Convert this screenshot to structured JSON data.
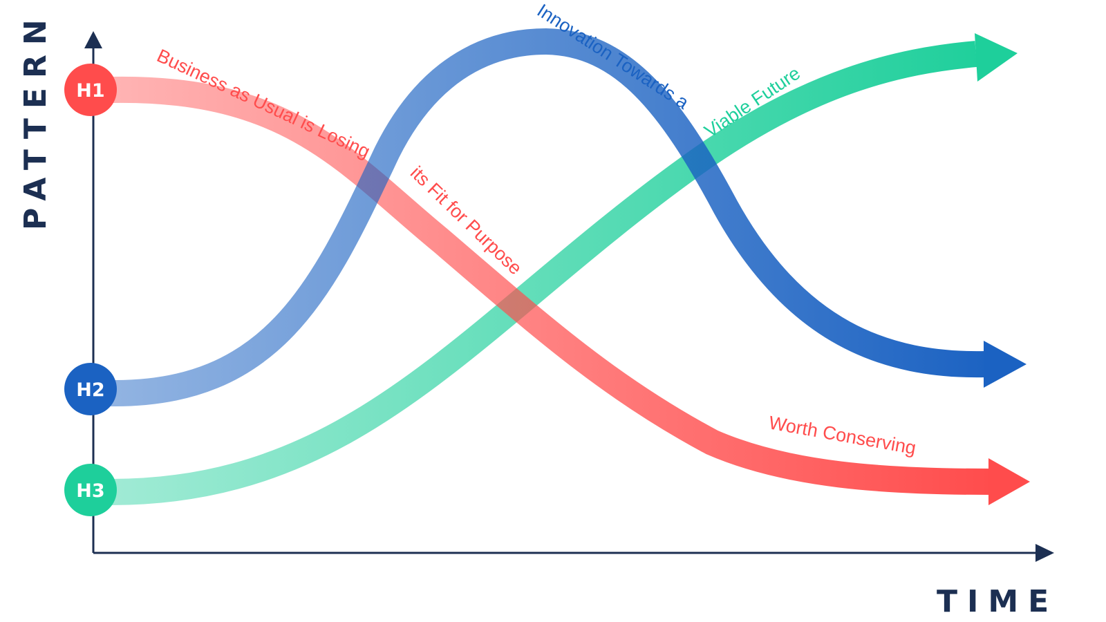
{
  "axes": {
    "y_title": "PATTERN",
    "x_title": "TIME",
    "color": "#1c2f52"
  },
  "horizons": [
    {
      "badge": "H1",
      "color": "#ff4c4c",
      "description": "Business as Usual is Losing its Fit for Purpose"
    },
    {
      "badge": "H2",
      "color": "#1b62c2",
      "description": "Innovation Towards a Viable Future"
    },
    {
      "badge": "H3",
      "color": "#1ecf9b",
      "description": "Viable Future"
    }
  ],
  "labels": {
    "h1_part1": "Business as Usual is Losing",
    "h1_part2": "its Fit for Purpose",
    "h1_part3": "Worth Conserving",
    "h2_part1": "Innovation Towards a",
    "h3_part1": "Viable Future"
  },
  "colors": {
    "h1": "#ff4c4c",
    "h2": "#1b62c2",
    "h3": "#1ecf9b",
    "axis": "#1c2f52"
  }
}
